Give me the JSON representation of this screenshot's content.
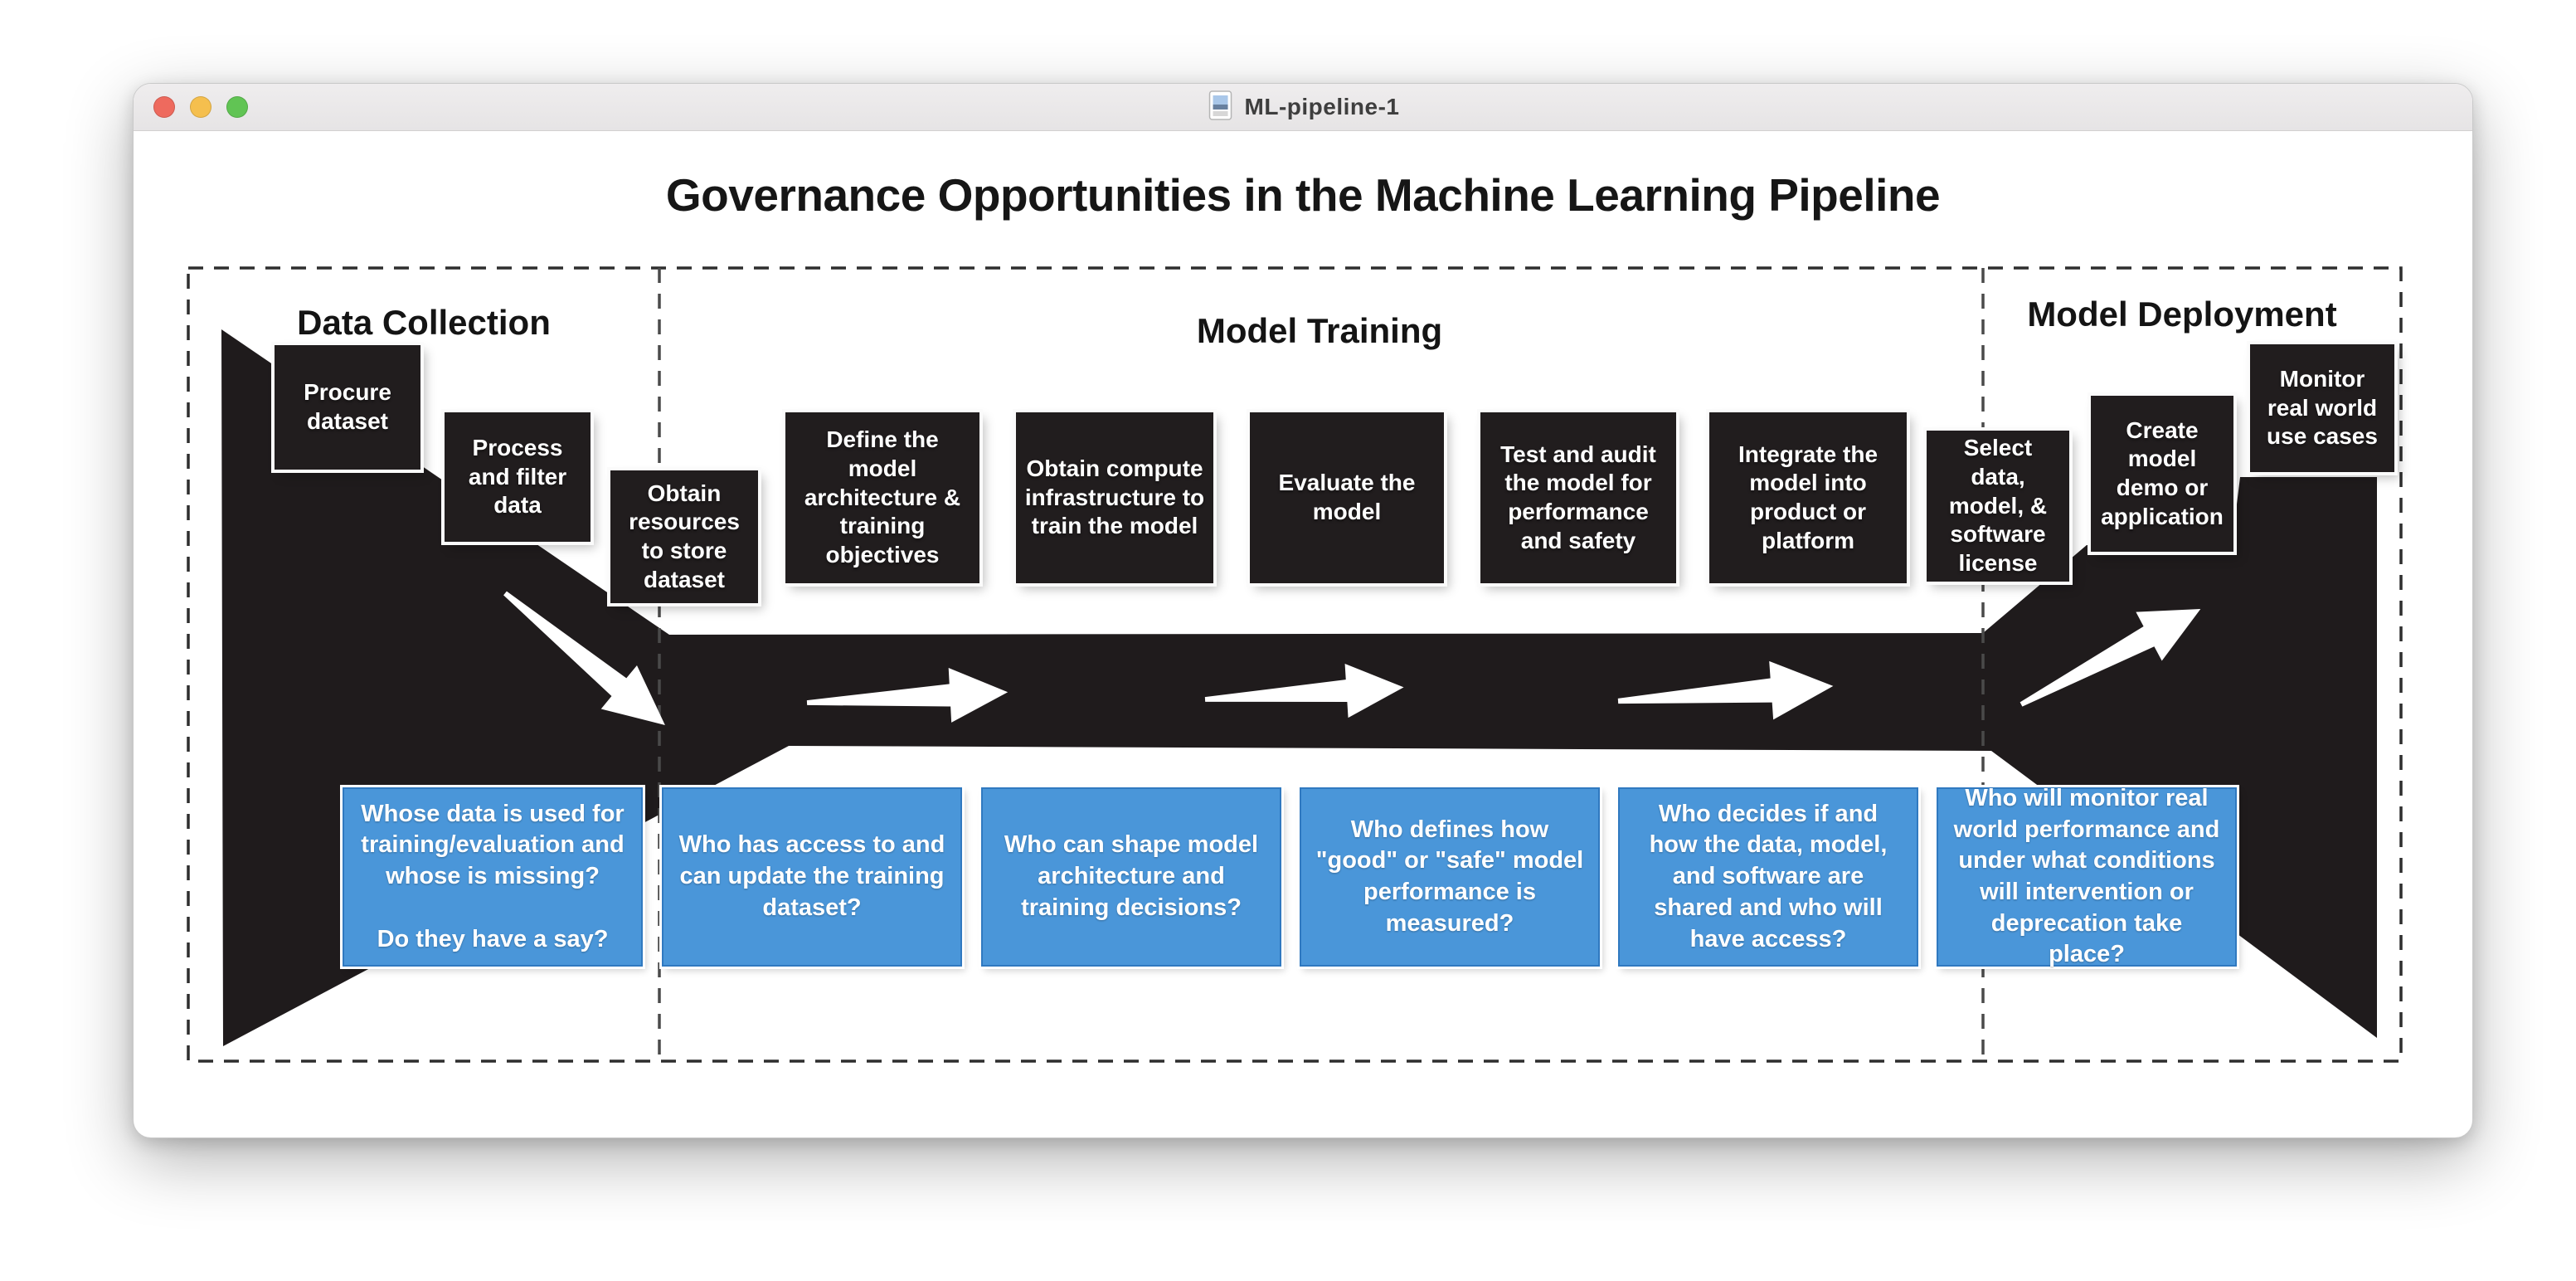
{
  "window": {
    "title": "ML-pipeline-1",
    "controls": {
      "close": "close",
      "minimize": "minimize",
      "zoom": "zoom"
    }
  },
  "diagram": {
    "title": "Governance Opportunities in the Machine Learning Pipeline",
    "sections": [
      {
        "label": "Data Collection"
      },
      {
        "label": "Model Training"
      },
      {
        "label": "Model Deployment"
      }
    ],
    "pipeline_steps": [
      {
        "label": "Procure dataset"
      },
      {
        "label": "Process and filter data"
      },
      {
        "label": "Obtain resources to store dataset"
      },
      {
        "label": "Define the model architecture & training objectives"
      },
      {
        "label": "Obtain compute infrastructure to train the model"
      },
      {
        "label": "Evaluate the model"
      },
      {
        "label": "Test and audit the model for performance and safety"
      },
      {
        "label": "Integrate the model into product or platform"
      },
      {
        "label": "Select data, model, & software license"
      },
      {
        "label": "Create model demo or application"
      },
      {
        "label": "Monitor real world use cases"
      }
    ],
    "governance_questions": [
      {
        "text": "Whose data is used for training/evaluation and whose is missing?",
        "text2": "Do they have a say?"
      },
      {
        "text": "Who has access to and can update the training dataset?"
      },
      {
        "text": "Who can shape model architecture and training decisions?"
      },
      {
        "text": "Who defines how \"good\" or \"safe\" model performance is measured?"
      },
      {
        "text": "Who decides if and how the data, model, and software are shared and who will have access?"
      },
      {
        "text": "Who will monitor real world performance and under what conditions will intervention or deprecation take place?"
      }
    ],
    "colors": {
      "step_box": "#211d1e",
      "question_box": "#4a96d9",
      "question_border": "#3079c0",
      "dashed_border": "#2e2e2e",
      "arrow": "#ffffff",
      "traffic_red": "#ee6a5e",
      "traffic_yellow": "#f5bf4e",
      "traffic_green": "#61c454"
    }
  }
}
